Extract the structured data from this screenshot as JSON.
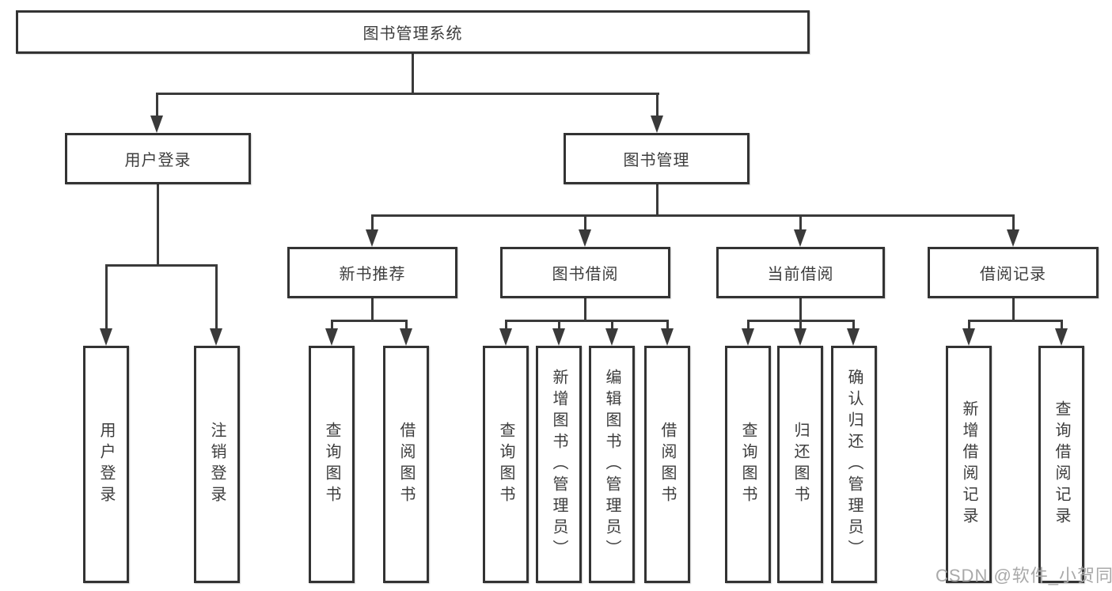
{
  "colors": {
    "line": "#3a3a3a",
    "box_border": "#333333",
    "text": "#3d3d3d",
    "watermark": "#a2a2a2",
    "background": "#ffffff"
  },
  "diagram": {
    "root": {
      "label": "图书管理系统"
    },
    "login": {
      "label": "用户登录",
      "children": [
        "用户登录",
        "注销登录"
      ]
    },
    "manage": {
      "label": "图书管理"
    },
    "manage_children": [
      {
        "label": "新书推荐",
        "children": [
          "查询图书",
          "借阅图书"
        ]
      },
      {
        "label": "图书借阅",
        "children": [
          "查询图书",
          "新增图书（管理员）",
          "编辑图书（管理员）",
          "借阅图书"
        ]
      },
      {
        "label": "当前借阅",
        "children": [
          "查询图书",
          "归还图书",
          "确认归还（管理员）"
        ]
      },
      {
        "label": "借阅记录",
        "children": [
          "新增借阅记录",
          "查询借阅记录"
        ]
      }
    ]
  },
  "watermark": {
    "text": "CSDN @软件_小贺同学"
  }
}
